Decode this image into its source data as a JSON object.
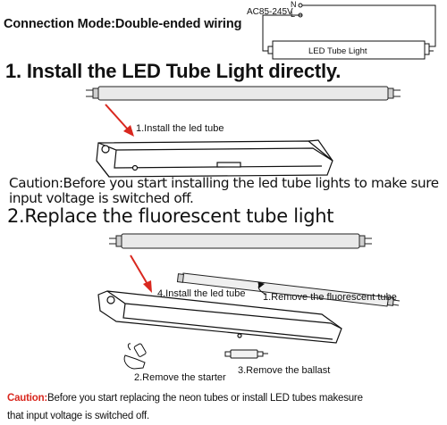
{
  "connection": {
    "title": "Connection Mode:Double-ended wiring",
    "voltage": "AC85-245V",
    "n_label": "N",
    "l_label": "L",
    "tube_label": "LED Tube Light"
  },
  "step1": {
    "heading": "1. Install the LED Tube Light directly.",
    "install_label": "1.Install the led tube",
    "caution": "Caution:Before you start installing the led tube lights to make sure input voltage is switched off."
  },
  "step2": {
    "heading": "2.Replace the fluorescent tube light",
    "install_label": "4.Install the led tube",
    "remove_tube_label": "1.Remove the fluorescent tube",
    "remove_starter_label": "2.Remove the starter",
    "remove_ballast_label": "3.Remove the ballast"
  },
  "footer": {
    "caution_word": "Caution:",
    "caution_line1": "Before you start  replacing the neon tubes  or install LED tubes  makesure",
    "caution_line2": "that input  voltage is switched off."
  },
  "colors": {
    "arrow_red": "#d9281f",
    "caution_red": "#d9281f"
  }
}
